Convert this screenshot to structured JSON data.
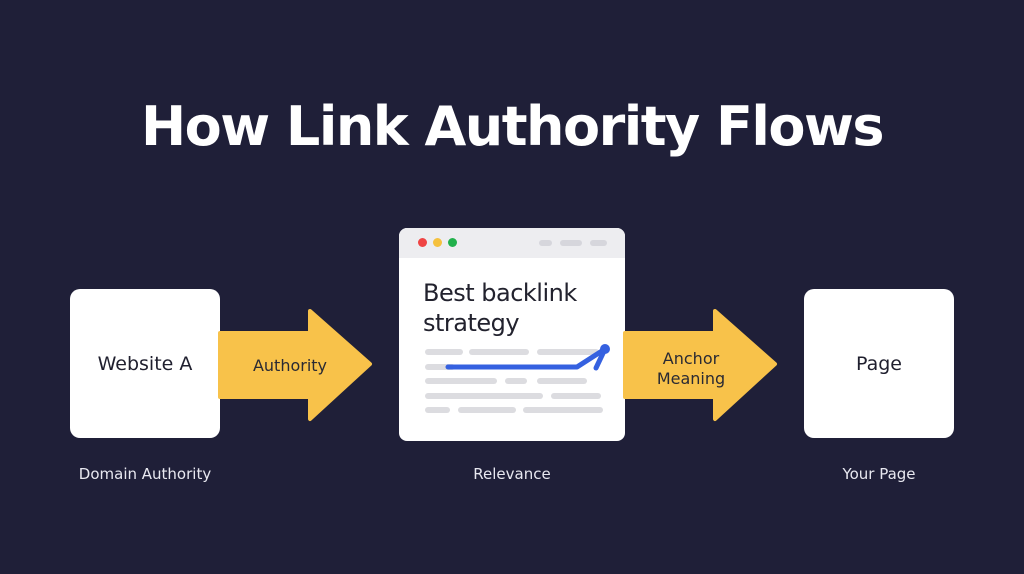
{
  "title": "How Link Authority Flows",
  "source_card": {
    "label": "Website A",
    "caption": "Domain Authority"
  },
  "arrow_1": {
    "label": "Authority"
  },
  "middle_card": {
    "headline_line1": "Best backlink",
    "headline_line2": "strategy",
    "caption": "Relevance"
  },
  "arrow_2": {
    "label_line1": "Anchor",
    "label_line2": "Meaning"
  },
  "target_card": {
    "label": "Page",
    "caption": "Your Page"
  },
  "colors": {
    "background": "#1f1f38",
    "arrow": "#f8c24a",
    "link_line": "#3561e0"
  }
}
